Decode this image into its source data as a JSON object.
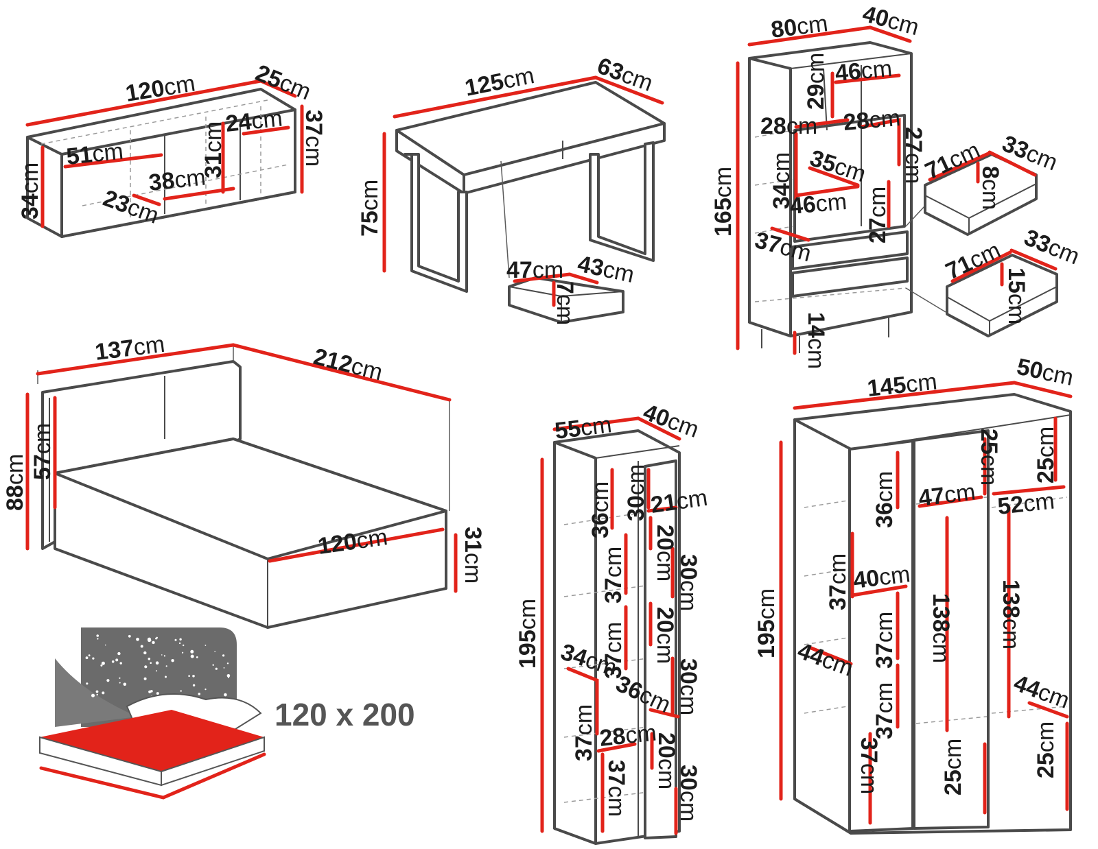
{
  "colors": {
    "dimension": "#e2231a",
    "outline": "#4a4a4a",
    "mattress": "#e2231a",
    "headboard": "#6b6b6b"
  },
  "unit": "cm",
  "dimensions": {
    "cabinet": {
      "width": "120",
      "depth": "25",
      "height": "37",
      "side_height": "34",
      "inner_51": "51",
      "inner_38": "38",
      "inner_23": "23",
      "inner_31": "31",
      "inner_24": "24"
    },
    "desk": {
      "width": "125",
      "depth": "63",
      "height": "75",
      "drawer_w": "47",
      "drawer_d": "43",
      "drawer_h": "7"
    },
    "bookcase": {
      "width": "80",
      "depth": "40",
      "height": "165",
      "d29": "29",
      "d46a": "46",
      "d28a": "28",
      "d28b": "28",
      "d27a": "27",
      "d35": "35",
      "d34": "34",
      "d46b": "46",
      "d27b": "27",
      "d37": "37",
      "d14": "14",
      "dr1_w": "71",
      "dr1_d": "33",
      "dr1_h": "8",
      "dr2_w": "71",
      "dr2_d": "33",
      "dr2_h": "15"
    },
    "bed": {
      "width": "137",
      "length": "212",
      "height": "88",
      "head_h": "57",
      "inner_w": "120",
      "base_h": "31"
    },
    "shelf": {
      "width": "55",
      "depth": "40",
      "height": "195",
      "s36a": "36",
      "s30a": "30",
      "s21": "21",
      "s20a": "20",
      "s30b": "30",
      "s37a": "37",
      "s20b": "20",
      "s37b": "37",
      "s30c": "30",
      "s34": "34",
      "s36b": "36",
      "s37c": "37",
      "s28": "28",
      "s20c": "20",
      "s37d": "37",
      "s30d": "30"
    },
    "wardrobe": {
      "width": "145",
      "depth": "50",
      "height": "195",
      "w25a": "25",
      "w36": "36",
      "w47": "47",
      "w25b": "25",
      "w52": "52",
      "w37a": "37",
      "w40": "40",
      "w138a": "138",
      "w138b": "138",
      "w44a": "44",
      "w37b": "37",
      "w37c": "37",
      "w44b": "44",
      "w37d": "37",
      "w25c": "25",
      "w25d": "25"
    }
  },
  "mattress_caption": "120 x 200"
}
